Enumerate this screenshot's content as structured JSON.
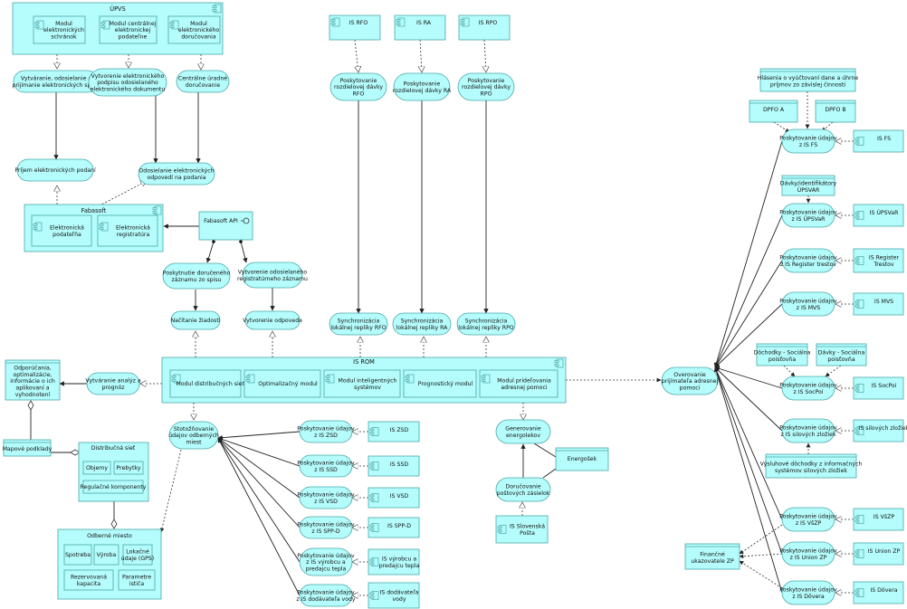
{
  "components": {
    "upvs": "ÚPVS",
    "upvs_modules": [
      [
        "Modul",
        "elektronických",
        "schránok"
      ],
      [
        "Modul centrálnej",
        "elektronickej",
        "podateľne"
      ],
      [
        "Modul",
        "elektronického",
        "doručovania"
      ]
    ],
    "fabasoft": "Fabasoft",
    "fabasoft_modules": [
      [
        "Elektronická",
        "podateľňa"
      ],
      [
        "Elektronická",
        "registratúra"
      ]
    ],
    "fabasoft_api": "Fabasoft API",
    "is_rom": "IS ROM",
    "rom_modules": [
      [
        "Modul distribučných sietí"
      ],
      [
        "Optimalizačný modul"
      ],
      [
        "Modul inteligentných",
        "systémov"
      ],
      [
        "Prognostický modul"
      ],
      [
        "Modul prideľovania",
        "adresnej pomoci"
      ]
    ],
    "is_rfo": "IS RFO",
    "is_ra": "IS RA",
    "is_rpo": "IS RPO",
    "is_zsd": "IS ZSD",
    "is_ssd": "IS SSD",
    "is_vsd": "IS VSD",
    "is_sppd": "IS SPP-D",
    "is_vyrobca_tepla": [
      "IS výrobcu a",
      "predajcu tepla"
    ],
    "is_dodavatel_vody": [
      "IS dodávateľa",
      "vody"
    ],
    "energolek": "Energošek",
    "is_slovenska_posta": [
      "IS Slovenská",
      "Pošta"
    ],
    "is_fs": "IS FS",
    "is_upsvar": "IS ÚPSVaR",
    "is_register_trestov": [
      "IS Register",
      "Trestov"
    ],
    "is_mvs": "IS MVS",
    "is_socpoi": "IS SocPoi",
    "is_silovych_zloziek": "IS silových zložiek",
    "is_vszp": "IS VšZP",
    "is_union_zp": "IS Union ZP",
    "is_dovera": "IS Dôvera"
  },
  "services": {
    "vytvaranie_sprav": [
      "Vytváranie, odosielanie a",
      "prijímanie elektronických správ"
    ],
    "vytvorenie_podpisu": [
      "Vytvorenie elektronického",
      "podpisu odosielaného",
      "elektronického dokumentu"
    ],
    "centralne_dorucovanie": [
      "Centrálne úradné",
      "doručovanie"
    ],
    "prijem_podani": [
      "Príjem elektronických podaní"
    ],
    "odosielanie_odpovedi": [
      "Odosielanie elektronických",
      "odpovedí na podania"
    ],
    "poskytnutie_zaznamu": [
      "Poskytnutie doručeného",
      "záznamu zo spisu"
    ],
    "vytvorenie_zaznamu": [
      "Vytvorenie odosielaného",
      "registratúrneho záznamu"
    ],
    "nacitanie_ziadosti": [
      "Načítanie žiadosti"
    ],
    "vytvorenie_odpovede": [
      "Vytvorenie odpovede"
    ],
    "davka_rfo": [
      "Poskytovanie",
      "rozdielovej dávky",
      "RFO"
    ],
    "davka_ra": [
      "Poskytovanie",
      "rozdielovej dávky RA"
    ],
    "davka_rpo": [
      "Poskytovanie",
      "rozdielovej dávky",
      "RPO"
    ],
    "sync_rfo": [
      "Synchronizácia",
      "lokálnej repliky RFO"
    ],
    "sync_ra": [
      "Synchronizácia",
      "lokálnej repliky RA"
    ],
    "sync_rpo": [
      "Synchronizácia",
      "lokálnej repliky RPO"
    ],
    "analyzy": [
      "Vytváranie analýz a",
      "prognóz"
    ],
    "stotoznovanie": [
      "Stotožňovanie",
      "údajov odberných",
      "miest"
    ],
    "udaje_zsd": [
      "Poskytovanie údajov",
      "z IS ZSD"
    ],
    "udaje_ssd": [
      "Poskytovanie údajov",
      "z IS SSD"
    ],
    "udaje_vsd": [
      "Poskytovanie údajov",
      "z IS VSD"
    ],
    "udaje_sppd": [
      "Poskytovanie údajov",
      "z IS SPP-D"
    ],
    "udaje_tepla": [
      "Poskytovanie údajov",
      "z IS výrobcu a",
      "predajcu tepla"
    ],
    "udaje_vody": [
      "Poskytovanie údajov",
      "z IS dodávateľa vody"
    ],
    "generovanie": [
      "Generovanie",
      "energolekov"
    ],
    "dorucovanie_zasielok": [
      "Doručovanie",
      "poštových zásielok"
    ],
    "overovanie": [
      "Overovanie",
      "prijímateľa adresnej",
      "pomoci"
    ],
    "udaje_fs": [
      "Poskytovanie údajov",
      "z IS FS"
    ],
    "udaje_upsvar": [
      "Poskytovanie údajov",
      "z IS ÚPSVaR"
    ],
    "udaje_trestov": [
      "Poskytovanie údajov",
      "z IS Register trestov"
    ],
    "udaje_mvs": [
      "Poskytovanie údajov",
      "z IS MVS"
    ],
    "udaje_socpoi": [
      "Poskytovanie údajov",
      "z IS SocPoi"
    ],
    "udaje_silove": [
      "Poskytovanie údajov",
      "z IS silových zložiek"
    ],
    "udaje_vszp": [
      "Poskytovanie údajov",
      "z IS VšZP"
    ],
    "udaje_union": [
      "Poskytovanie údajov",
      "z IS Union ZP"
    ],
    "udaje_dovera": [
      "Poskytovanie údajov",
      "z IS Dôvera"
    ]
  },
  "data_objects": {
    "odporucania": [
      "Odporúčania,",
      "optimalizácie,",
      "informácie o ich",
      "aplikovaní a",
      "vyhodnotení"
    ],
    "mapove_podklady": "Mapové podklady",
    "distribucna_siet": "Distribučná sieť",
    "ds_items": [
      "Objemy",
      "Prebytky",
      "Regulačné komponenty"
    ],
    "odberne_miesto": "Odberné miesto",
    "om_items": [
      [
        "Spotreba"
      ],
      [
        "Výroba"
      ],
      [
        "Lokačné",
        "údaje (GPS)"
      ],
      [
        "Rezervovaná",
        "kapacita"
      ],
      [
        "Parametre",
        "ističa"
      ]
    ],
    "hlasenia": [
      "Hlásenia o vyúčtovaní dane a úhrne",
      "príjmov zo závislej činnosti"
    ],
    "dpfo_a": "DPFO A",
    "dpfo_b": "DPFO B",
    "davky_upsvar": [
      "Dávky/identifikátory",
      "ÚPSVAR"
    ],
    "dochodky_sp": [
      "Dôchodky - Sociálna",
      "poisťovňa"
    ],
    "davky_sp": [
      "Dávky - Sociálna",
      "poisťovňa"
    ],
    "vysluhove": [
      "Výsluhové dôchodky z informačných",
      "systémov silových zložiek"
    ],
    "financne_zp": [
      "Finančné",
      "ukazovatele ZP"
    ]
  }
}
